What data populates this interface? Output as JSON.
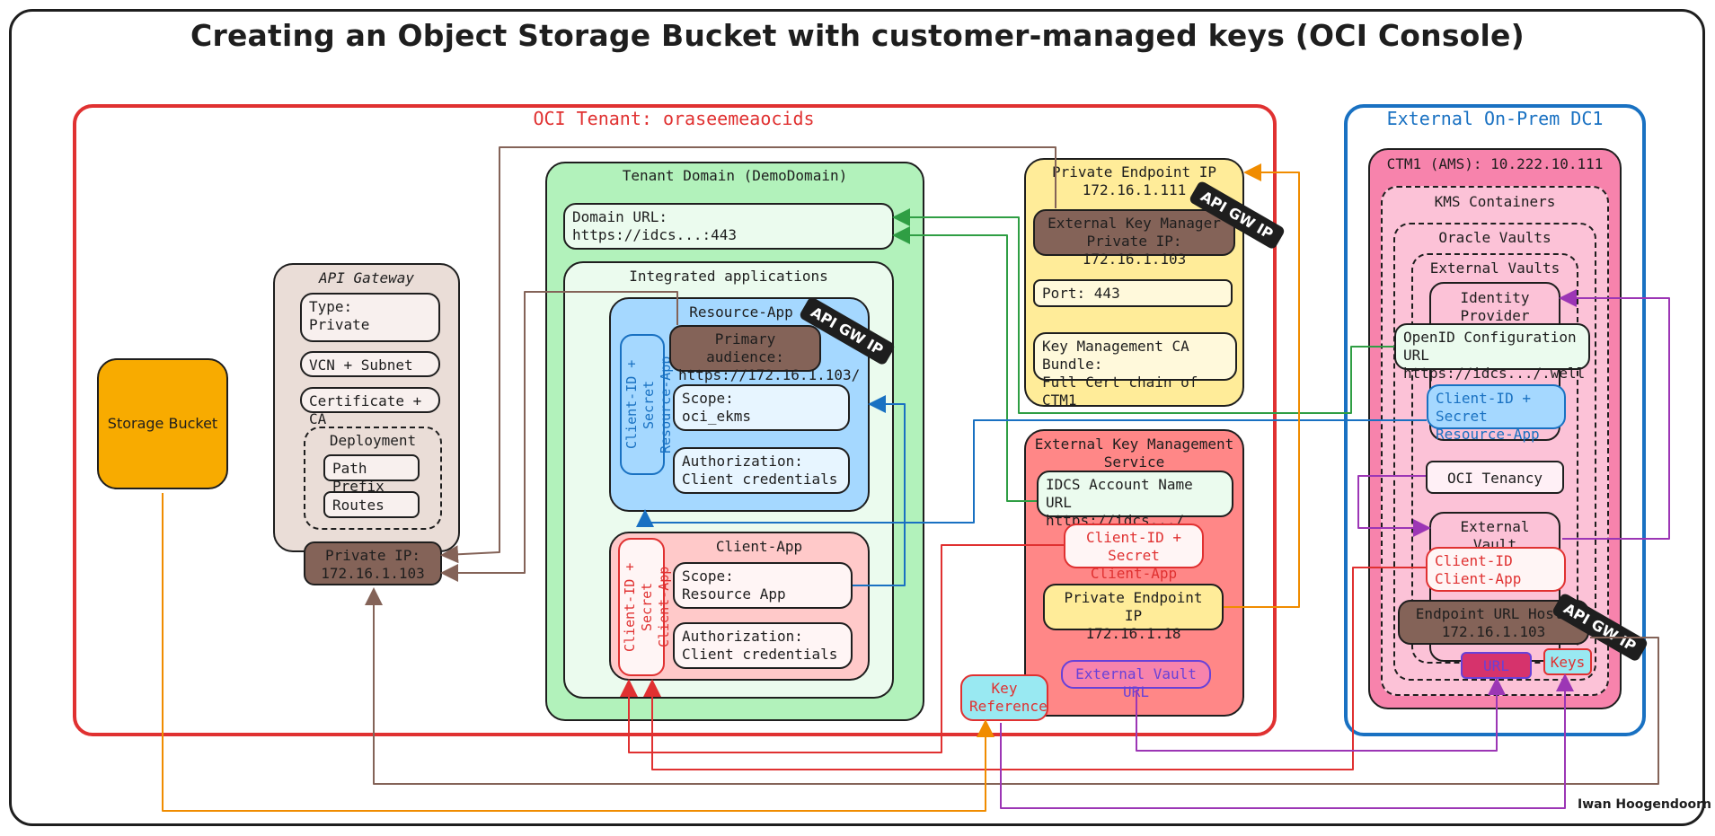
{
  "title": "Creating an Object Storage Bucket with customer-managed keys (OCI Console)",
  "credit": "Iwan Hoogendoorn",
  "colors": {
    "oci_tenant": "#e03131",
    "onprem": "#1971c2",
    "storage_bucket": "#f8ab00",
    "api_gateway_bg": "#eaddd7",
    "brown": "#846358",
    "domain_bg": "#b2f2bb",
    "resource_app_bg": "#a5d8ff",
    "client_app_bg": "#ffc9c9",
    "yellow": "#ffec99",
    "ekms_bg": "#ff8787",
    "ctm_bg": "#f783ac",
    "kms_bg": "#fcc2d7",
    "cyan": "#99e9f2",
    "green": "#2f9e44",
    "orange": "#f08c00",
    "purple": "#9c36b5"
  },
  "oci_tenant": {
    "label": "OCI Tenant: oraseemeaocids"
  },
  "onprem": {
    "label": "External On-Prem DC1"
  },
  "storage_bucket": {
    "label": "Storage Bucket"
  },
  "api_gateway": {
    "title": "API Gateway",
    "type": "Type:\nPrivate",
    "vcn": "VCN + Subnet",
    "cert": "Certificate + CA",
    "deployment": "Deployment",
    "path_prefix": "Path Prefix",
    "routes": "Routes",
    "private_ip": "Private IP:\n172.16.1.103"
  },
  "tenant_domain": {
    "title": "Tenant Domain (DemoDomain)",
    "domain_url": "Domain URL:\nhttps://idcs...:443",
    "integrated_apps": "Integrated applications"
  },
  "resource_app": {
    "title": "Resource-App",
    "client_id": "Client-ID + Secret\nResource-App",
    "primary_audience": "Primary audience:\nhttps://172.16.1.103/",
    "scope": "Scope:\noci_ekms",
    "authorization": "Authorization:\nClient credentials",
    "tag": "API GW IP"
  },
  "client_app": {
    "title": "Client-App",
    "client_id": "Client-ID + Secret\nClient-App",
    "scope": "Scope:\nResource App",
    "authorization": "Authorization:\nClient credentials"
  },
  "private_endpoint_top": {
    "title": "Private Endpoint IP\n172.16.1.111",
    "ekm": "External Key Manager\nPrivate IP: 172.16.1.103",
    "port": "Port: 443",
    "ca_bundle": "Key Management CA Bundle:\nFull Cert chain of CTM1",
    "tag": "API GW IP"
  },
  "ekms": {
    "title": "External Key Management\nService",
    "idcs": "IDCS Account Name URL\nhttps://idcs.../",
    "client_id": "Client-ID + Secret\nClient-App",
    "private_endpoint": "Private Endpoint IP\n172.16.1.18",
    "vault_url": "External Vault URL"
  },
  "key_reference": {
    "label": "Key\nReference"
  },
  "ctm": {
    "title": "CTM1 (AMS): 10.222.10.111",
    "kms_containers": "KMS Containers",
    "oracle_vaults": "Oracle Vaults",
    "external_vaults": "External Vaults",
    "identity_provider": "Identity\nProvider",
    "openid": "OpenID Configuration URL\nhttps://idcs.../.well",
    "client_id_resource": "Client-ID + Secret\nResource-App",
    "oci_tenancy": "OCI Tenancy",
    "external_vault": "External Vault",
    "client_id_client": "Client-ID\nClient-App",
    "endpoint_url": "Endpoint URL Host:\n172.16.1.103",
    "url": "URL",
    "keys": "Keys",
    "tag": "API GW IP"
  }
}
